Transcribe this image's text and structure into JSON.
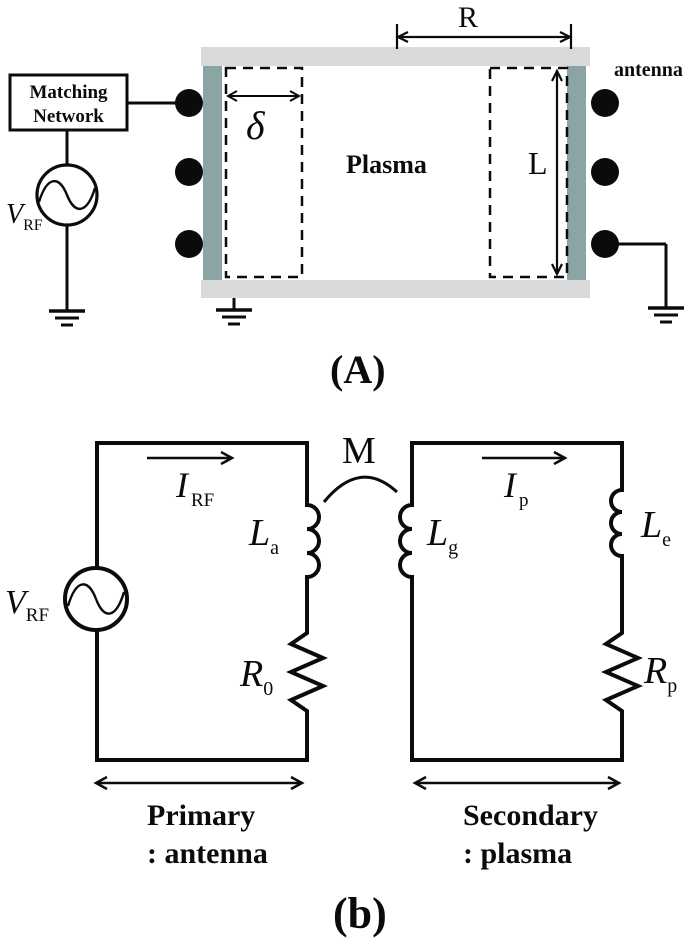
{
  "panel_a": {
    "caption": "(A)",
    "matching_network_line1": "Matching",
    "matching_network_line2": "Network",
    "rf_source": {
      "main": "V",
      "sub": "RF"
    },
    "antenna_label": "antenna",
    "plasma_label": "Plasma",
    "radius_dim": "R",
    "length_dim": "L",
    "sheath_dim": "δ",
    "colors": {
      "chamber_wall": "#dadada",
      "dielectric_window": "#8ba4a4"
    }
  },
  "panel_b": {
    "caption": "(b)",
    "rf_source": {
      "main": "V",
      "sub": "RF"
    },
    "mutual_inductance": "M",
    "rf_current": {
      "main": "I",
      "sub": "RF"
    },
    "plasma_current": {
      "main": "I",
      "sub": "p"
    },
    "antenna_inductance": {
      "main": "L",
      "sub": "a"
    },
    "source_resistance": {
      "main": "R",
      "sub": "0"
    },
    "geometric_inductance": {
      "main": "L",
      "sub": "g"
    },
    "electron_inductance": {
      "main": "L",
      "sub": "e"
    },
    "plasma_resistance": {
      "main": "R",
      "sub": "p"
    },
    "primary_caption_line1": "Primary",
    "primary_caption_line2": ": antenna",
    "secondary_caption_line1": "Secondary",
    "secondary_caption_line2": ": plasma"
  }
}
